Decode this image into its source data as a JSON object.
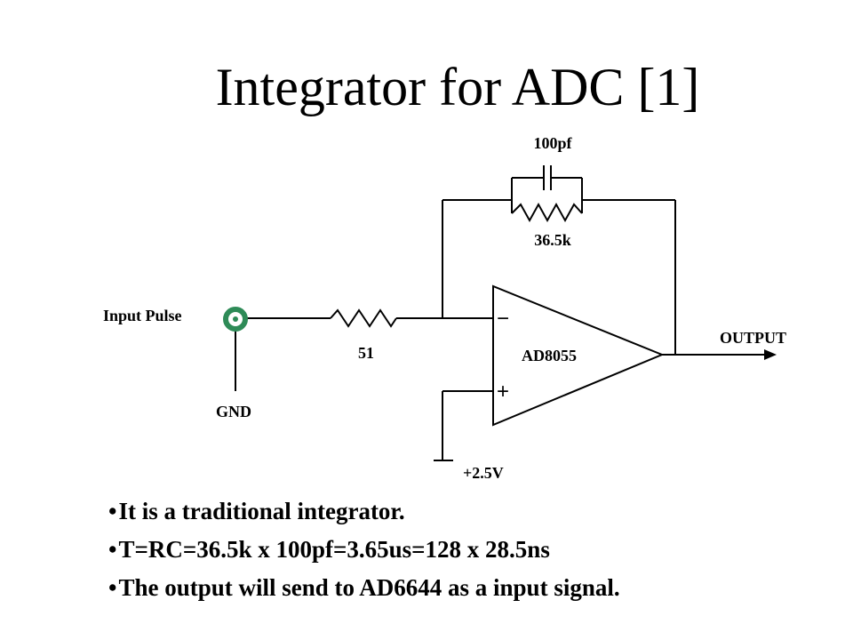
{
  "slide": {
    "title": "Integrator for ADC [1]",
    "bullets": [
      "It is a traditional integrator.",
      "T=RC=36.5k x 100pf=3.65us=128 x 28.5ns",
      "The output will send to AD6644 as a input signal."
    ]
  },
  "circuit": {
    "capacitor_label": "100pf",
    "feedback_resistor_label": "36.5k",
    "input_label": "Input Pulse",
    "input_resistor_label": "51",
    "gnd_label": "GND",
    "opamp_label": "AD8055",
    "minus_sign": "−",
    "plus_sign": "+",
    "ref_voltage_label": "+2.5V",
    "output_label": "OUTPUT",
    "connector_color": "#2e8b57"
  }
}
